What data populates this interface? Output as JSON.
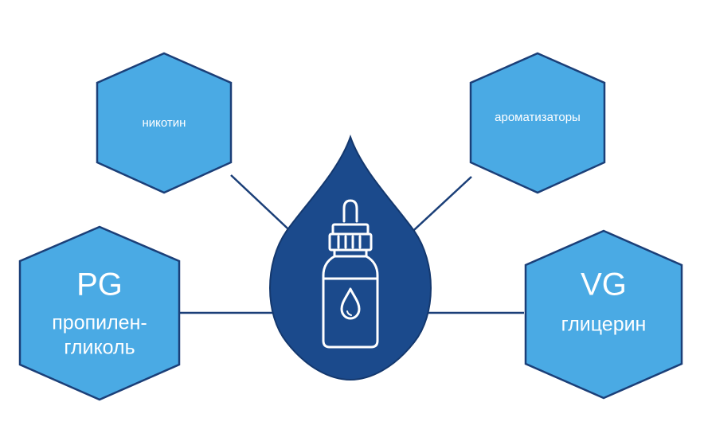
{
  "colors": {
    "hex_fill": "#4aaae4",
    "hex_stroke": "#1b3f78",
    "drop_fill": "#1b4a8c",
    "drop_stroke": "#14386e",
    "connector": "#1b3f78",
    "icon_stroke": "#ffffff",
    "label_text": "#ffffff"
  },
  "nodes": {
    "nicotine": {
      "label": "никотин"
    },
    "flavors": {
      "label": "ароматизаторы"
    },
    "pg": {
      "title": "PG",
      "line1": "пропилен-",
      "line2": "гликоль"
    },
    "vg": {
      "title": "VG",
      "line1": "глицерин"
    }
  },
  "center": {
    "icon": "e-liquid-bottle-drop-icon"
  }
}
